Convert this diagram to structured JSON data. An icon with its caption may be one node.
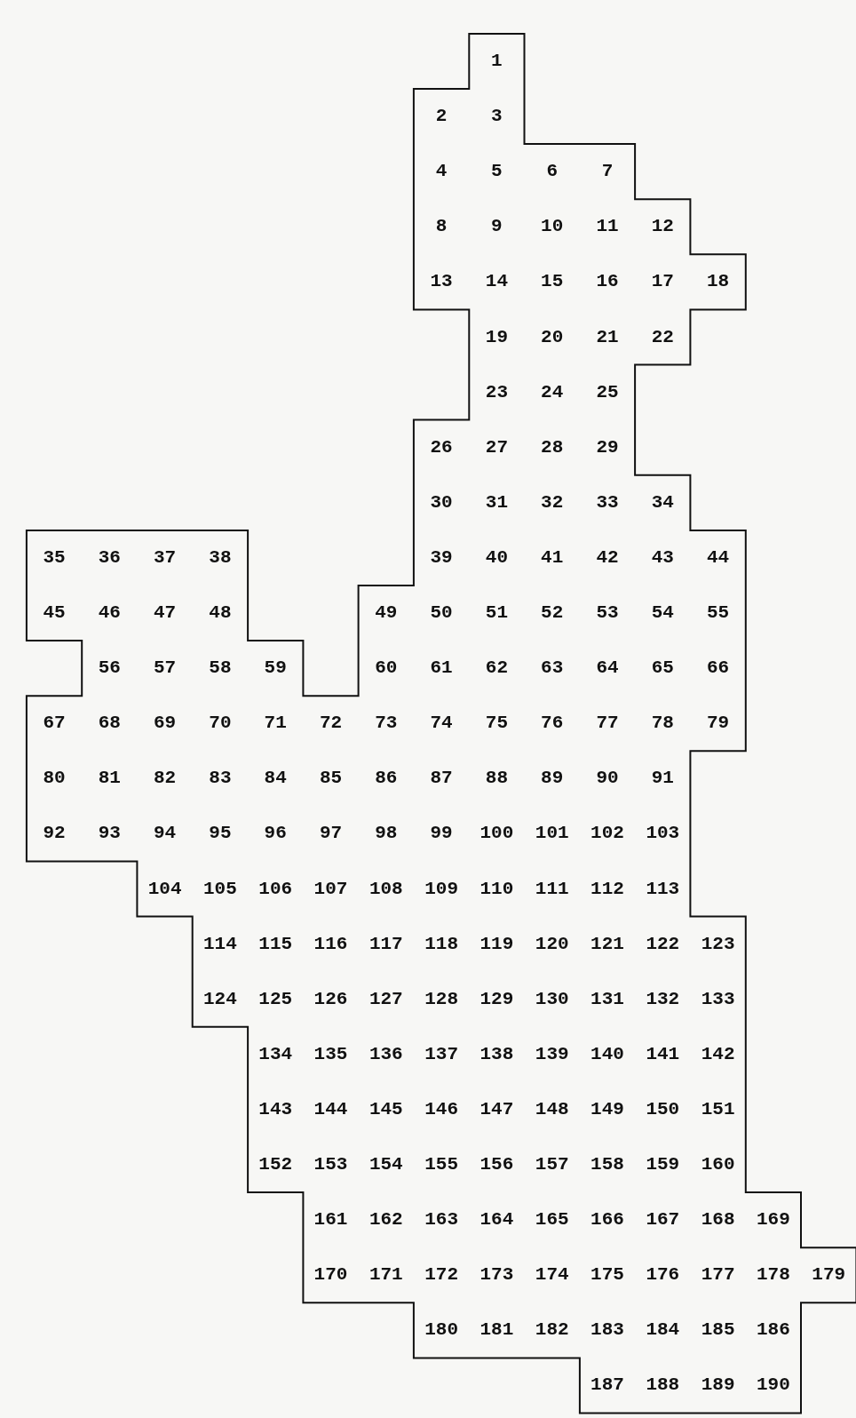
{
  "diagram": {
    "labels": [
      "1",
      "2",
      "3",
      "4",
      "5",
      "6",
      "7",
      "8",
      "9",
      "10",
      "11",
      "12",
      "13",
      "14",
      "15",
      "16",
      "17",
      "18",
      "19",
      "20",
      "21",
      "22",
      "23",
      "24",
      "25",
      "26",
      "27",
      "28",
      "29",
      "30",
      "31",
      "32",
      "33",
      "34",
      "35",
      "36",
      "37",
      "38",
      "39",
      "40",
      "41",
      "42",
      "43",
      "44",
      "45",
      "46",
      "47",
      "48",
      "49",
      "50",
      "51",
      "52",
      "53",
      "54",
      "55",
      "56",
      "57",
      "58",
      "59",
      "60",
      "61",
      "62",
      "63",
      "64",
      "65",
      "66",
      "67",
      "68",
      "69",
      "70",
      "71",
      "72",
      "73",
      "74",
      "75",
      "76",
      "77",
      "78",
      "79",
      "80",
      "81",
      "82",
      "83",
      "84",
      "85",
      "86",
      "87",
      "88",
      "89",
      "90",
      "91",
      "92",
      "93",
      "94",
      "95",
      "96",
      "97",
      "98",
      "99",
      "100",
      "101",
      "102",
      "103",
      "104",
      "105",
      "106",
      "107",
      "108",
      "109",
      "110",
      "111",
      "112",
      "113",
      "114",
      "115",
      "116",
      "117",
      "118",
      "119",
      "120",
      "121",
      "122",
      "123",
      "124",
      "125",
      "126",
      "127",
      "128",
      "129",
      "130",
      "131",
      "132",
      "133",
      "134",
      "135",
      "136",
      "137",
      "138",
      "139",
      "140",
      "141",
      "142",
      "143",
      "144",
      "145",
      "146",
      "147",
      "148",
      "149",
      "150",
      "151",
      "152",
      "153",
      "154",
      "155",
      "156",
      "157",
      "158",
      "159",
      "160",
      "161",
      "162",
      "163",
      "164",
      "165",
      "166",
      "167",
      "168",
      "169",
      "170",
      "171",
      "172",
      "173",
      "174",
      "175",
      "176",
      "177",
      "178",
      "179",
      "180",
      "181",
      "182",
      "183",
      "184",
      "185",
      "186",
      "187",
      "188",
      "189",
      "190"
    ]
  }
}
